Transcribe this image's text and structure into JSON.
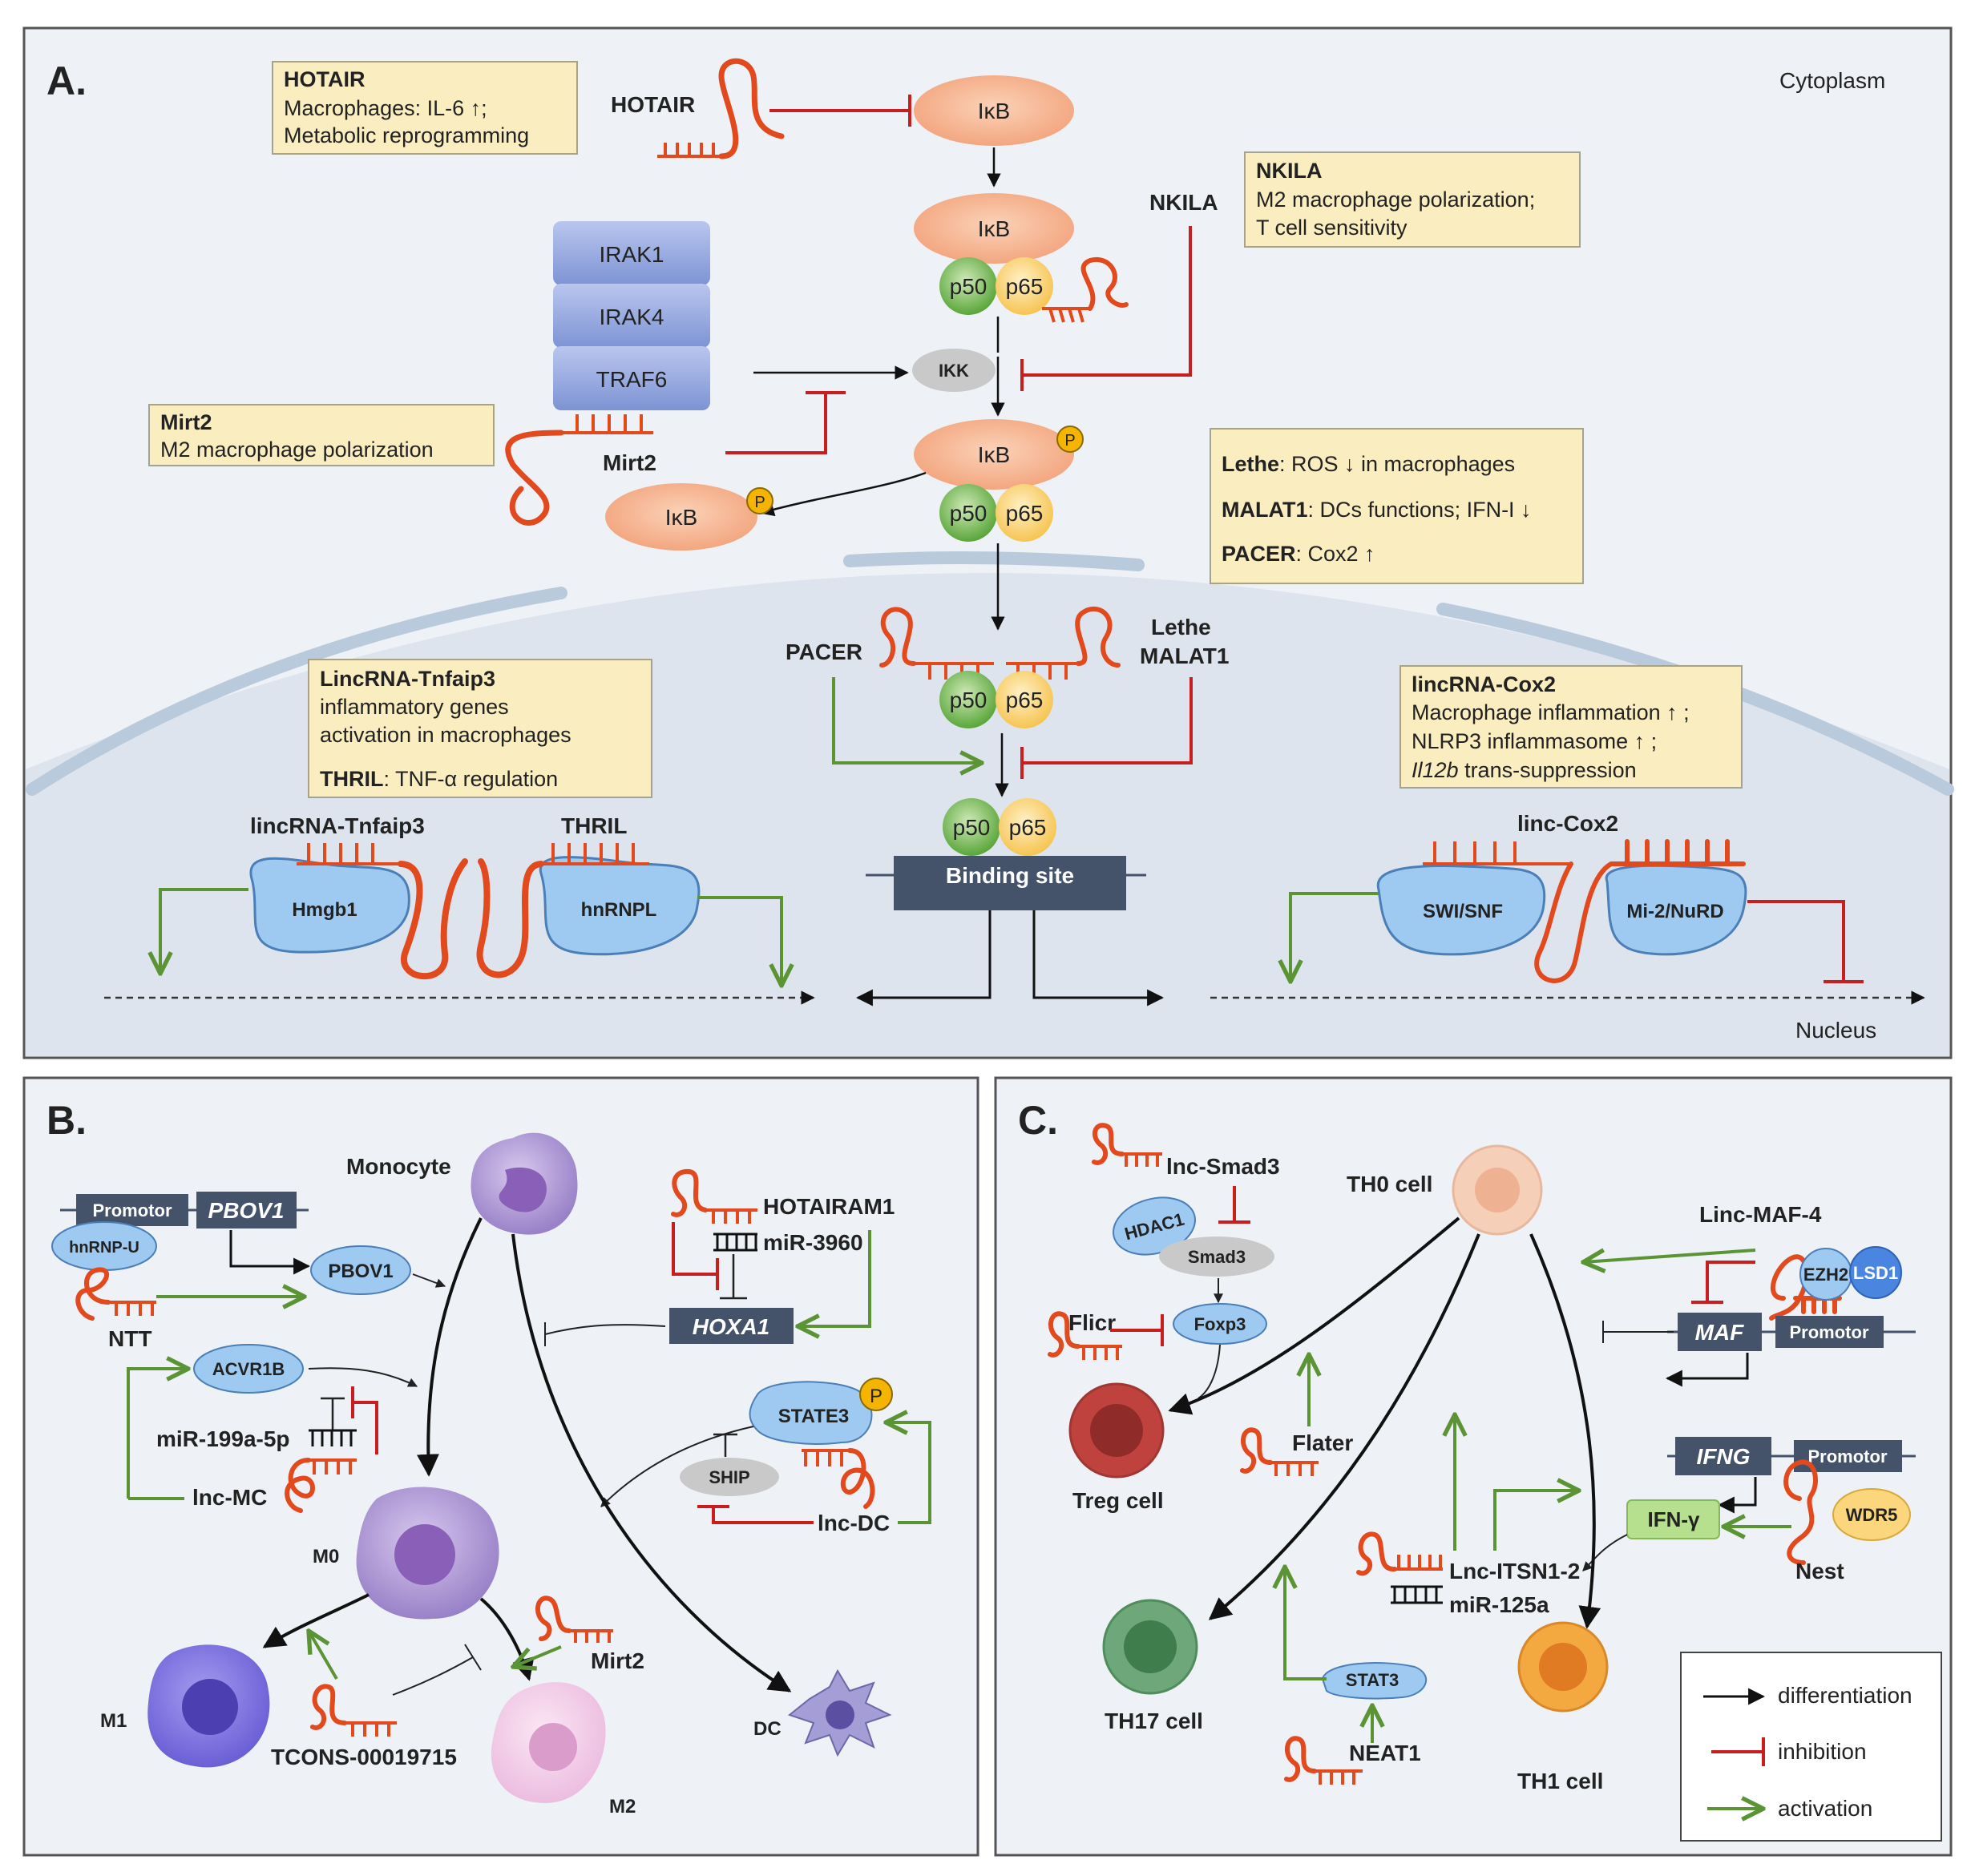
{
  "colors": {
    "panel_bg": "#eef1f6",
    "cell_bg": "#dde4ee",
    "box_bg": "#faedc0",
    "box_border": "#a7a28c",
    "rna": "#e2491c",
    "inhibit": "#c81e1e",
    "activate": "#5a9434",
    "ikb": "#f6b48e",
    "p50": "#7bbf55",
    "p65": "#fbd67c",
    "protein_blue": "#9ec9f0",
    "irak": "#8ea3dc",
    "dark_box": "#44526a",
    "phospho": "#f4b400"
  },
  "panelA": {
    "letter": "A.",
    "cytoplasm": "Cytoplasm",
    "nucleus": "Nucleus",
    "hotair_box": {
      "title": "HOTAIR",
      "line1": "Macrophages: IL-6 ↑;",
      "line2": "Metabolic reprogramming"
    },
    "nkila_box": {
      "title": "NKILA",
      "line1": "M2 macrophage polarization;",
      "line2": "T cell sensitivity"
    },
    "mirt2_box": {
      "title": "Mirt2",
      "line1": "M2 macrophage polarization"
    },
    "lethe_box": {
      "r1b": "Lethe",
      "r1": ": ROS ↓ in macrophages",
      "r2b": "MALAT1",
      "r2": ": DCs functions; IFN-I ↓",
      "r3b": "PACER",
      "r3": ": Cox2 ↑"
    },
    "tnfaip3_box": {
      "title": "LincRNA-Tnfaip3",
      "line1": "inflammatory genes",
      "line2": "activation in macrophages",
      "r2b": "THRIL",
      "r2": ": TNF-α regulation"
    },
    "cox2_box": {
      "title": "lincRNA-Cox2",
      "line1": "Macrophage inflammation ↑ ;",
      "line2": "NLRP3 inflammasome ↑ ;",
      "line3i": "Il12b",
      "line3": " trans-suppression"
    },
    "labels": {
      "hotair": "HOTAIR",
      "nkila": "NKILA",
      "mirt2": "Mirt2",
      "pacer": "PACER",
      "lethe": "Lethe",
      "malat1": "MALAT1",
      "lincrna_tnfaip3": "lincRNA-Tnfaip3",
      "thril": "THRIL",
      "linc_cox2": "linc-Cox2"
    },
    "proteins": {
      "ikb": "IκB",
      "p50": "p50",
      "p65": "p65",
      "ikk": "IKK",
      "p": "P",
      "irak1": "IRAK1",
      "irak4": "IRAK4",
      "traf6": "TRAF6",
      "hmgb1": "Hmgb1",
      "hnrnpl": "hnRNPL",
      "swisnf": "SWI/SNF",
      "mi2nurd": "Mi-2/NuRD",
      "binding_site": "Binding site"
    }
  },
  "panelB": {
    "letter": "B.",
    "monocyte": "Monocyte",
    "promotor": "Promotor",
    "pbov1_gene": "PBOV1",
    "hnrnpu": "hnRNP-U",
    "ntt": "NTT",
    "pbov1": "PBOV1",
    "hotairam1": "HOTAIRAM1",
    "mir3960": "miR-3960",
    "hoxa1": "HOXA1",
    "acvr1b": "ACVR1B",
    "mir199": "miR-199a-5p",
    "lncmc": "lnc-MC",
    "state3": "STATE3",
    "ship": "SHIP",
    "lncdc": "lnc-DC",
    "p": "P",
    "m0": "M0",
    "m1": "M1",
    "m2": "M2",
    "dc": "DC",
    "mirt2": "Mirt2",
    "tcons": "TCONS-00019715"
  },
  "panelC": {
    "letter": "C.",
    "th0": "TH0 cell",
    "lncsmad3": "lnc-Smad3",
    "hdac1": "HDAC1",
    "smad3": "Smad3",
    "flicr": "Flicr",
    "foxp3": "Foxp3",
    "treg": "Treg cell",
    "flater": "Flater",
    "lincmaf4": "Linc-MAF-4",
    "ezh2": "EZH2",
    "lsd1": "LSD1",
    "maf": "MAF",
    "promotor": "Promotor",
    "ifng": "IFNG",
    "ifng_protein": "IFN-γ",
    "wdr5": "WDR5",
    "nest": "Nest",
    "lncitsn": "Lnc-ITSN1-2",
    "mir125": "miR-125a",
    "th17": "TH17 cell",
    "stat3": "STAT3",
    "neat1": "NEAT1",
    "th1": "TH1 cell",
    "legend": {
      "differentiation": "differentiation",
      "inhibition": "inhibition",
      "activation": "activation"
    }
  }
}
